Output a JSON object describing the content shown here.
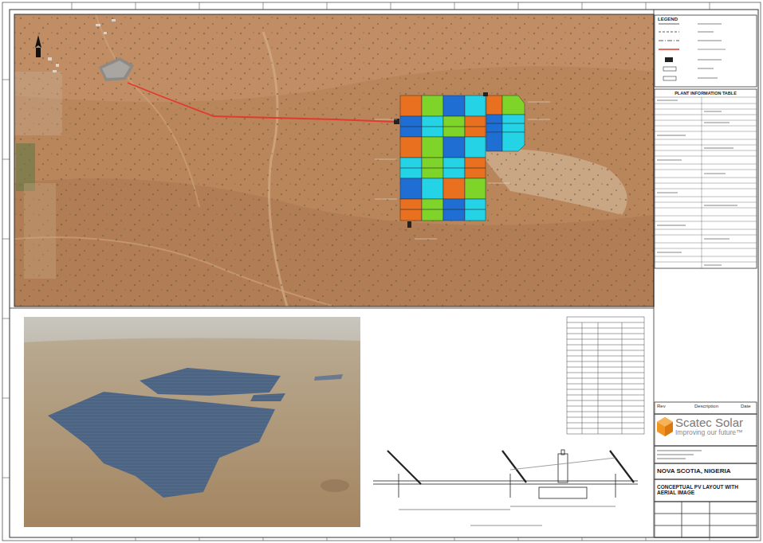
{
  "diagram": {
    "nodes": [
      {
        "text": [
          "LEGEND"
        ]
      },
      {
        "text": [
          "PLANT INFORMATION TABLE"
        ]
      },
      {
        "text": [
          "Scatec Solar",
          "Improving our future™"
        ]
      },
      {
        "text": [
          "NOVA SCOTIA, NIGERIA"
        ]
      },
      {
        "text": [
          "CONCEPTUAL PV LAYOUT WITH AERIAL IMAGE"
        ]
      }
    ],
    "edges": [],
    "labels": [
      "Rev",
      "Description",
      "Date"
    ]
  }
}
